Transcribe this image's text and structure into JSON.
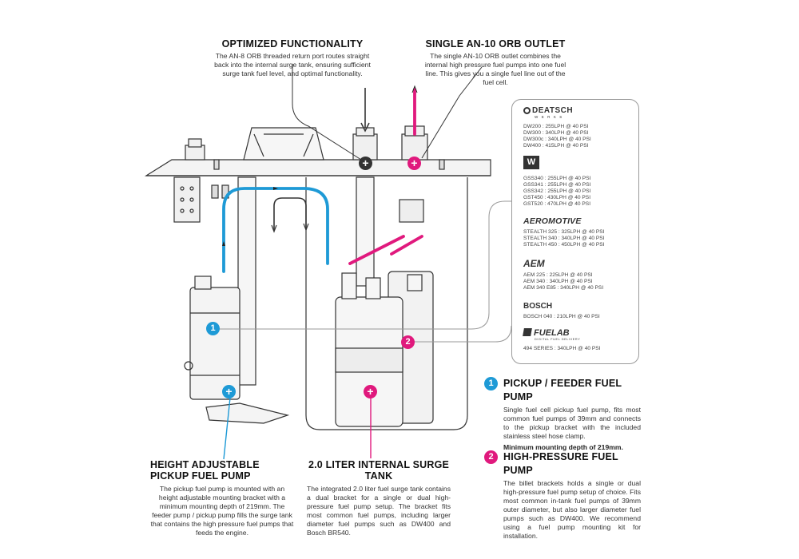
{
  "callouts": {
    "optimized": {
      "title": "OPTIMIZED FUNCTIONALITY",
      "body": "The AN-8 ORB threaded return port routes straight back into the internal surge tank, ensuring sufficient surge tank fuel level, and optimal functionality."
    },
    "outlet": {
      "title": "SINGLE AN-10 ORB OUTLET",
      "body": "The single AN-10 ORB outlet combines the internal high pressure fuel pumps into one fuel line. This gives you a single fuel line out of the fuel cell."
    },
    "pickup_adjustable": {
      "title": "HEIGHT ADJUSTABLE PICKUP FUEL PUMP",
      "body": "The pickup fuel pump is mounted with an height adjustable mounting bracket with a minimum mounting depth of 219mm. The feeder pump / pickup pump fills the surge tank that contains the high pressure fuel pumps that feeds the engine."
    },
    "surge_tank": {
      "title": "2.0 LITER INTERNAL SURGE TANK",
      "body": "The integrated 2.0 liter fuel surge tank contains a dual bracket for a single or dual high-pressure fuel pump setup. The bracket fits most common fuel pumps, including larger diameter fuel pumps such as DW400 and Bosch BR540."
    },
    "feeder": {
      "number": "1",
      "title": "PICKUP / FEEDER FUEL PUMP",
      "body": "Single fuel cell pickup fuel pump, fits most common fuel pumps of 39mm and connects to the pickup bracket with the included stainless steel hose clamp.",
      "note": "Minimum mounting depth of 219mm."
    },
    "high_pressure": {
      "number": "2",
      "title": "HIGH-PRESSURE FUEL PUMP",
      "body": "The billet brackets holds a single or dual high-pressure fuel pump setup of choice. Fits most common in-tank fuel pumps of 39mm outer diameter, but also larger diameter fuel pumps such as DW400. We recommend using a fuel pump mounting kit for installation."
    }
  },
  "diagram": {
    "badge_1": "1",
    "badge_2": "2",
    "plus": "+"
  },
  "compat_panel": {
    "brands": [
      {
        "name": "DEATSCH",
        "sub": "W E R K S",
        "pumps": [
          "DW200 : 255LPH @ 40 PSI",
          "DW300 : 340LPH @ 40 PSI",
          "DW300c : 340LPH @ 40 PSI",
          "DW400 : 415LPH @ 40 PSI"
        ]
      },
      {
        "name": "W",
        "pumps": [
          "GSS340 : 255LPH @ 40 PSI",
          "GSS341 : 255LPH @ 40 PSI",
          "GSS342 : 255LPH @ 40 PSI",
          "GST450 : 430LPH @ 40 PSI",
          "GST520 : 470LPH @ 40 PSI"
        ]
      },
      {
        "name": "AEROMOTIVE",
        "pumps": [
          "STEALTH 325 : 325LPH @ 40 PSI",
          "STEALTH 340 : 340LPH @ 40 PSI",
          "STEALTH 450 : 450LPH @ 40 PSI"
        ]
      },
      {
        "name": "AEM",
        "pumps": [
          "AEM 225 : 225LPH @ 40 PSI",
          "AEM 340 : 340LPH @ 40 PSI",
          "AEM 340 E85 : 340LPH @ 40 PSI"
        ]
      },
      {
        "name": "BOSCH",
        "pumps": [
          "BOSCH 040 : 210LPH @ 40 PSI"
        ]
      },
      {
        "name": "FUELAB",
        "sub": "DIGITAL FUEL DELIVERY",
        "pumps": [
          "494 SERIES : 340LPH @ 40 PSI"
        ]
      }
    ]
  },
  "colors": {
    "blue": "#1e9ad6",
    "pink": "#e0197d",
    "line": "#333333"
  }
}
